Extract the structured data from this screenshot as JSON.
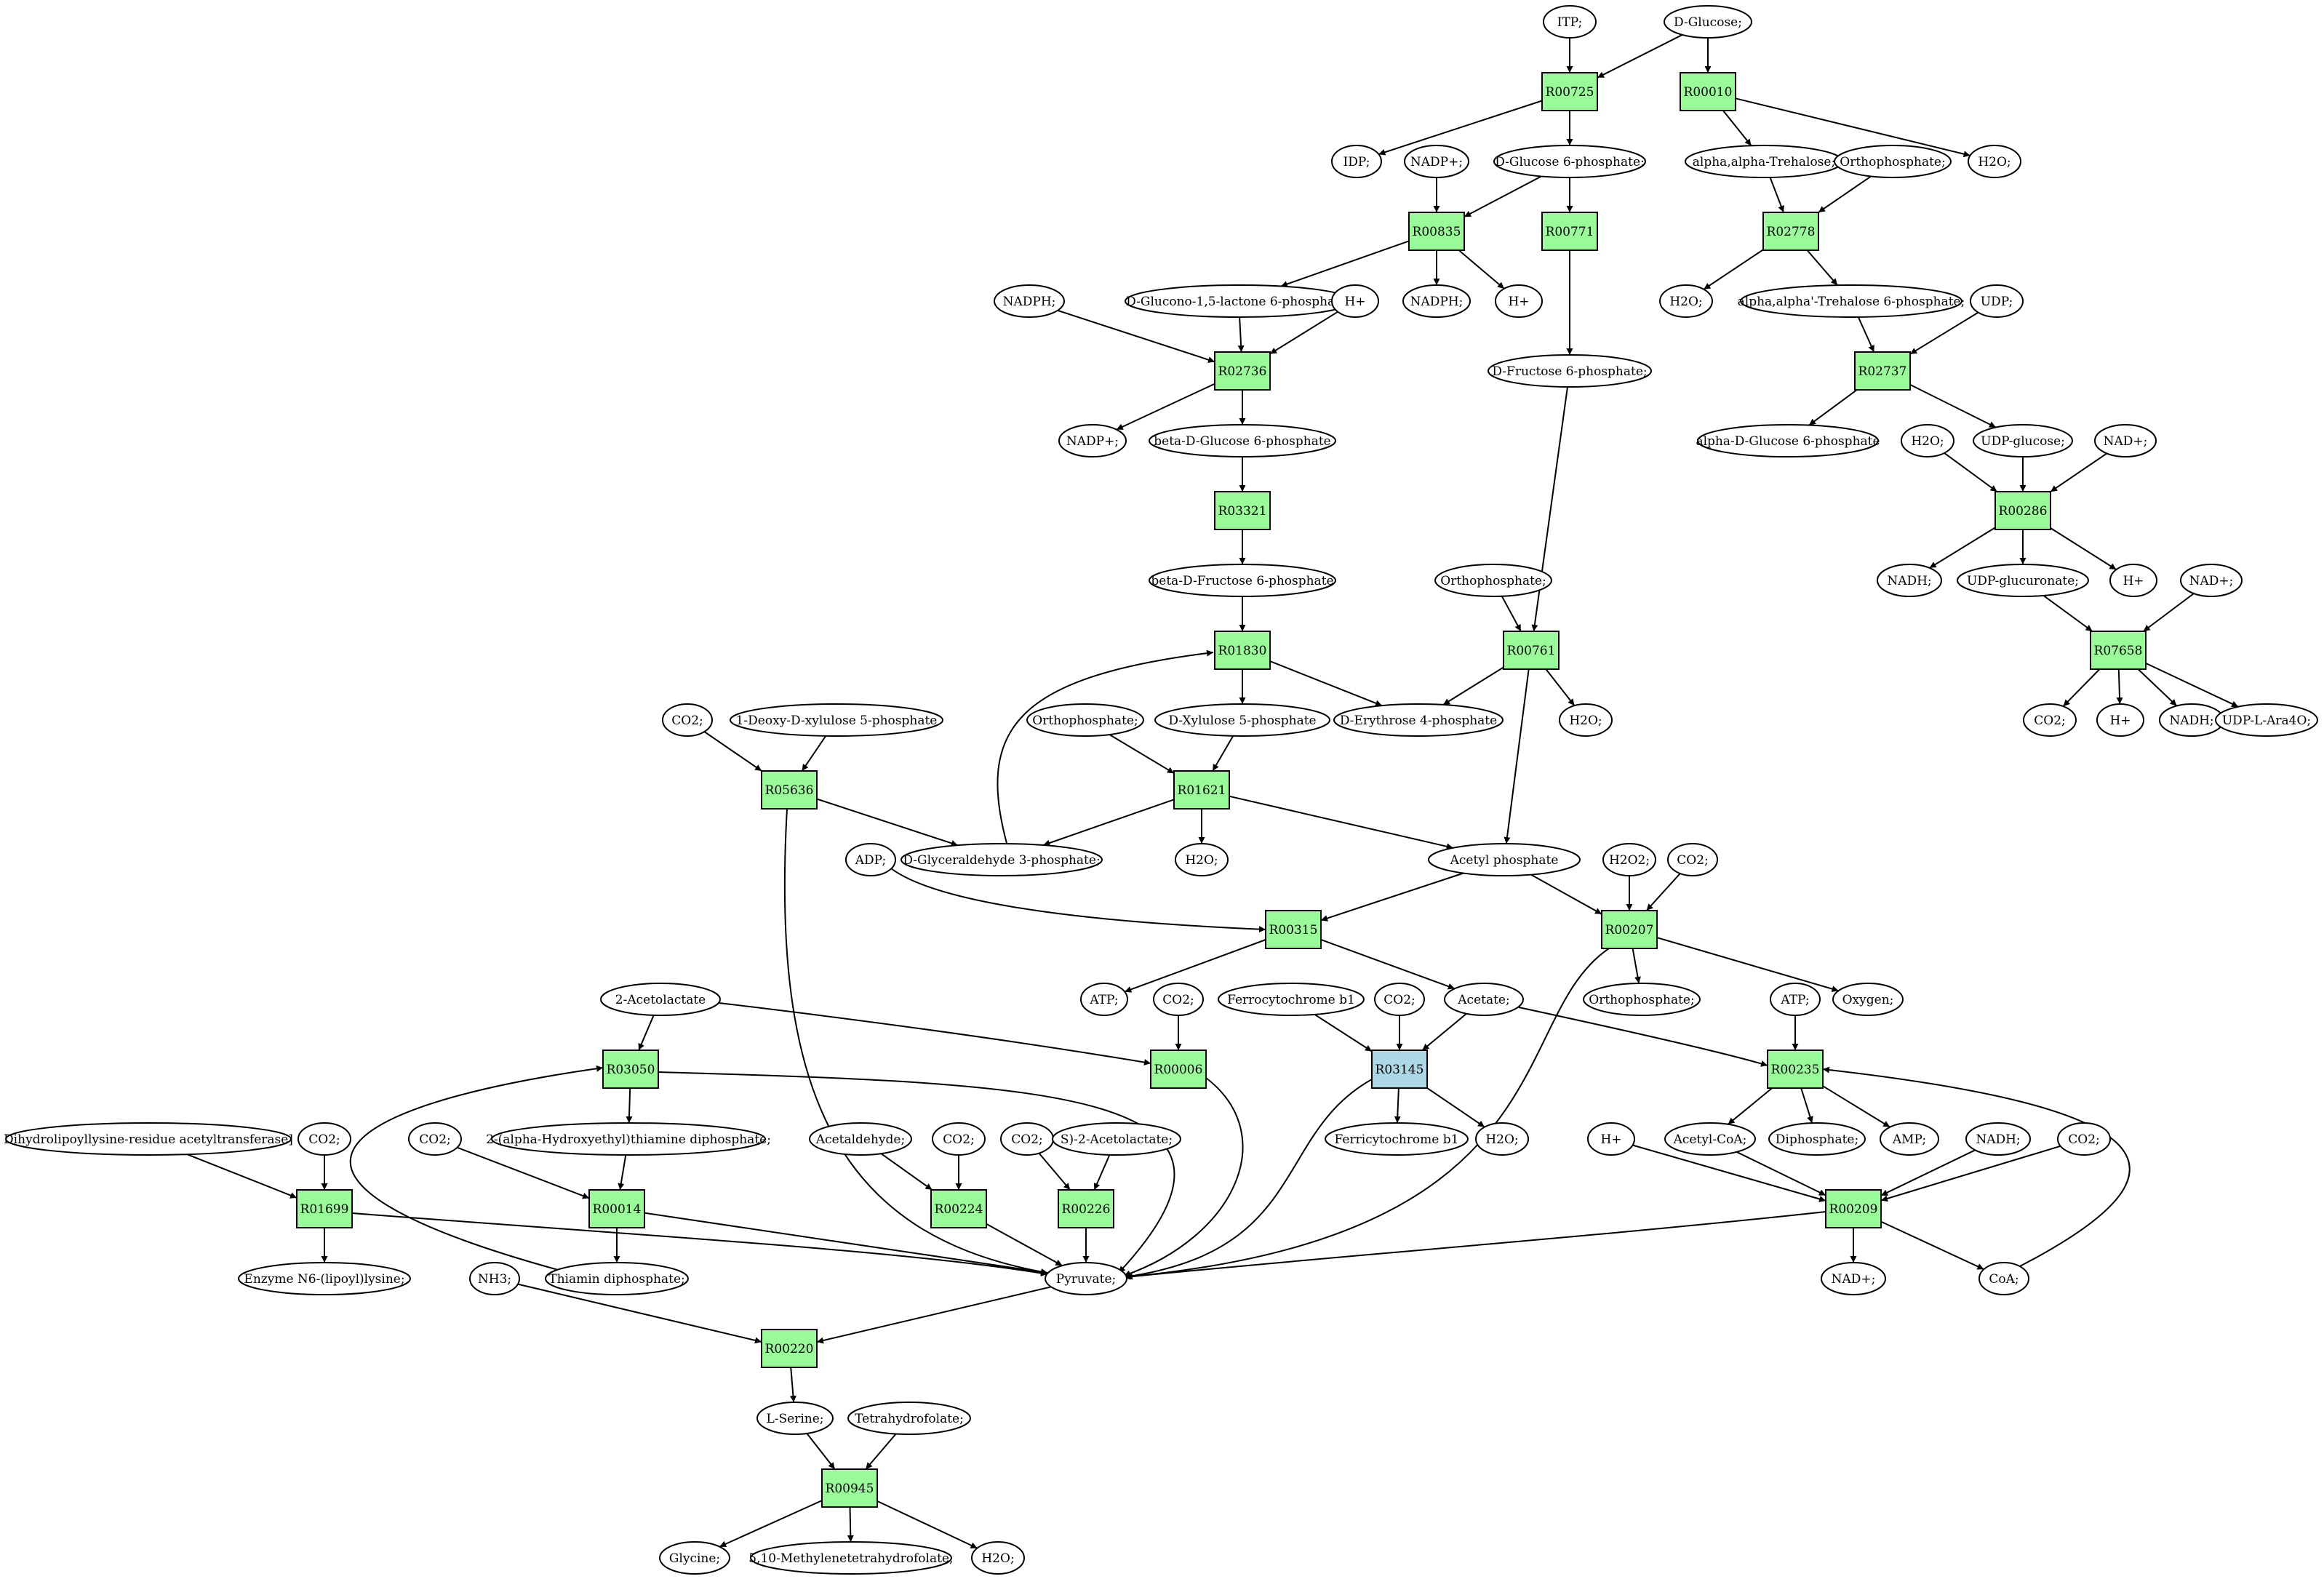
{
  "colors": {
    "reaction": "#98fb98",
    "reaction_alt": "#add8e6",
    "source": "#00ff00",
    "target": "#ffff00",
    "metabolite": "#ffffff",
    "edge": "#000000"
  },
  "metabolites": [
    {
      "id": "m_itp",
      "label": "ITP;"
    },
    {
      "id": "m_dglucose",
      "label": "D-Glucose;",
      "role": "source"
    },
    {
      "id": "m_idp",
      "label": "IDP;"
    },
    {
      "id": "m_nadp1",
      "label": "NADP+;"
    },
    {
      "id": "m_g6p",
      "label": "D-Glucose 6-phosphate;"
    },
    {
      "id": "m_trehalose",
      "label": "alpha,alpha-Trehalose;"
    },
    {
      "id": "m_pi1",
      "label": "Orthophosphate;"
    },
    {
      "id": "m_h2o_top",
      "label": "H2O;"
    },
    {
      "id": "m_nadph1",
      "label": "NADPH;"
    },
    {
      "id": "m_glucono",
      "label": "D-Glucono-1,5-lactone 6-phosphate;"
    },
    {
      "id": "m_hplus1",
      "label": "H+"
    },
    {
      "id": "m_nadph2",
      "label": "NADPH;"
    },
    {
      "id": "m_hplus2",
      "label": "H+"
    },
    {
      "id": "m_f6p",
      "label": "D-Fructose 6-phosphate;"
    },
    {
      "id": "m_h2o_r02778",
      "label": "H2O;"
    },
    {
      "id": "m_t6p",
      "label": "alpha,alpha'-Trehalose 6-phosphate;"
    },
    {
      "id": "m_udp",
      "label": "UDP;"
    },
    {
      "id": "m_nadp2",
      "label": "NADP+;"
    },
    {
      "id": "m_bg6p",
      "label": "beta-D-Glucose 6-phosphate"
    },
    {
      "id": "m_ag6p",
      "label": "alpha-D-Glucose 6-phosphate"
    },
    {
      "id": "m_h2o_r00286",
      "label": "H2O;"
    },
    {
      "id": "m_udpglc",
      "label": "UDP-glucose;"
    },
    {
      "id": "m_nad1",
      "label": "NAD+;"
    },
    {
      "id": "m_bf6p",
      "label": "beta-D-Fructose 6-phosphate"
    },
    {
      "id": "m_pi2",
      "label": "Orthophosphate;"
    },
    {
      "id": "m_nadh1",
      "label": "NADH;"
    },
    {
      "id": "m_udpglcA",
      "label": "UDP-glucuronate;"
    },
    {
      "id": "m_hplus3",
      "label": "H+"
    },
    {
      "id": "m_nad2",
      "label": "NAD+;"
    },
    {
      "id": "m_co2_a",
      "label": "CO2;"
    },
    {
      "id": "m_dxp",
      "label": "1-Deoxy-D-xylulose 5-phosphate"
    },
    {
      "id": "m_pi3",
      "label": "Orthophosphate;"
    },
    {
      "id": "m_x5p",
      "label": "D-Xylulose 5-phosphate"
    },
    {
      "id": "m_e4p",
      "label": "D-Erythrose 4-phosphate"
    },
    {
      "id": "m_h2o_r00761",
      "label": "H2O;"
    },
    {
      "id": "m_co2_b",
      "label": "CO2;"
    },
    {
      "id": "m_hplus4",
      "label": "H+"
    },
    {
      "id": "m_nadh2",
      "label": "NADH;"
    },
    {
      "id": "m_udpara",
      "label": "UDP-L-Ara4O;"
    },
    {
      "id": "m_adp",
      "label": "ADP;"
    },
    {
      "id": "m_gap",
      "label": "D-Glyceraldehyde 3-phosphate;"
    },
    {
      "id": "m_h2o_r01621",
      "label": "H2O;"
    },
    {
      "id": "m_acp",
      "label": "Acetyl phosphate"
    },
    {
      "id": "m_h2o2",
      "label": "H2O2;"
    },
    {
      "id": "m_co2_c",
      "label": "CO2;"
    },
    {
      "id": "m_acetolactate",
      "label": "2-Acetolactate"
    },
    {
      "id": "m_atp1",
      "label": "ATP;"
    },
    {
      "id": "m_co2_d",
      "label": "CO2;"
    },
    {
      "id": "m_fcb1",
      "label": "Ferrocytochrome b1"
    },
    {
      "id": "m_co2_e",
      "label": "CO2;"
    },
    {
      "id": "m_acetate",
      "label": "Acetate;"
    },
    {
      "id": "m_pi4",
      "label": "Orthophosphate;"
    },
    {
      "id": "m_atp2",
      "label": "ATP;"
    },
    {
      "id": "m_o2",
      "label": "Oxygen;"
    },
    {
      "id": "m_dlat",
      "label": "Dihydrolipoyllysine-residue acetyltransferase]"
    },
    {
      "id": "m_co2_f",
      "label": "CO2;"
    },
    {
      "id": "m_co2_g",
      "label": "CO2;"
    },
    {
      "id": "m_hetpp",
      "label": "2-(alpha-Hydroxyethyl)thiamine diphosphate;"
    },
    {
      "id": "m_acald",
      "label": "Acetaldehyde;"
    },
    {
      "id": "m_co2_h",
      "label": "CO2;"
    },
    {
      "id": "m_co2_i",
      "label": "CO2;"
    },
    {
      "id": "m_sacetolactate",
      "label": "S)-2-Acetolactate;"
    },
    {
      "id": "m_fecyt",
      "label": "Ferricytochrome b1"
    },
    {
      "id": "m_h2o_r03145",
      "label": "H2O;"
    },
    {
      "id": "m_hplus5",
      "label": "H+"
    },
    {
      "id": "m_accoa",
      "label": "Acetyl-CoA;"
    },
    {
      "id": "m_ppi",
      "label": "Diphosphate;"
    },
    {
      "id": "m_amp",
      "label": "AMP;"
    },
    {
      "id": "m_nadh3",
      "label": "NADH;"
    },
    {
      "id": "m_co2_j",
      "label": "CO2;"
    },
    {
      "id": "m_lipoyl",
      "label": "Enzyme N6-(lipoyl)lysine;"
    },
    {
      "id": "m_nh3",
      "label": "NH3;"
    },
    {
      "id": "m_tpp",
      "label": "Thiamin diphosphate;"
    },
    {
      "id": "m_pyruvate",
      "label": "Pyruvate;"
    },
    {
      "id": "m_nad3",
      "label": "NAD+;"
    },
    {
      "id": "m_coa",
      "label": "CoA;"
    },
    {
      "id": "m_serine",
      "label": "L-Serine;"
    },
    {
      "id": "m_thf",
      "label": "Tetrahydrofolate;"
    },
    {
      "id": "m_glycine",
      "label": "Glycine;",
      "role": "target"
    },
    {
      "id": "m_mthf",
      "label": "5,10-Methylenetetrahydrofolate;"
    },
    {
      "id": "m_h2o_r00945",
      "label": "H2O;"
    }
  ],
  "reactions": [
    {
      "id": "r00725",
      "label": "R00725"
    },
    {
      "id": "r00010",
      "label": "R00010"
    },
    {
      "id": "r00835",
      "label": "R00835"
    },
    {
      "id": "r00771",
      "label": "R00771"
    },
    {
      "id": "r02778",
      "label": "R02778"
    },
    {
      "id": "r02736",
      "label": "R02736"
    },
    {
      "id": "r02737",
      "label": "R02737"
    },
    {
      "id": "r00286",
      "label": "R00286"
    },
    {
      "id": "r03321",
      "label": "R03321"
    },
    {
      "id": "r01830",
      "label": "R01830"
    },
    {
      "id": "r00761",
      "label": "R00761"
    },
    {
      "id": "r07658",
      "label": "R07658"
    },
    {
      "id": "r05636",
      "label": "R05636"
    },
    {
      "id": "r01621",
      "label": "R01621"
    },
    {
      "id": "r00315",
      "label": "R00315"
    },
    {
      "id": "r00207",
      "label": "R00207"
    },
    {
      "id": "r03050",
      "label": "R03050"
    },
    {
      "id": "r00006",
      "label": "R00006"
    },
    {
      "id": "r03145",
      "label": "R03145",
      "variant": "alt"
    },
    {
      "id": "r00235",
      "label": "R00235"
    },
    {
      "id": "r01699",
      "label": "R01699"
    },
    {
      "id": "r00014",
      "label": "R00014"
    },
    {
      "id": "r00224",
      "label": "R00224"
    },
    {
      "id": "r00226",
      "label": "R00226"
    },
    {
      "id": "r00209",
      "label": "R00209"
    },
    {
      "id": "r00220",
      "label": "R00220"
    },
    {
      "id": "r00945",
      "label": "R00945"
    }
  ],
  "edges": [
    [
      "m_itp",
      "r00725"
    ],
    [
      "m_dglucose",
      "r00725"
    ],
    [
      "m_dglucose",
      "r00010"
    ],
    [
      "r00725",
      "m_idp"
    ],
    [
      "r00725",
      "m_g6p"
    ],
    [
      "r00010",
      "m_trehalose"
    ],
    [
      "r00010",
      "m_h2o_top"
    ],
    [
      "m_nadp1",
      "r00835"
    ],
    [
      "m_g6p",
      "r00835"
    ],
    [
      "m_g6p",
      "r00771"
    ],
    [
      "r00835",
      "m_glucono"
    ],
    [
      "r00835",
      "m_nadph2"
    ],
    [
      "r00835",
      "m_hplus2"
    ],
    [
      "m_trehalose",
      "r02778"
    ],
    [
      "m_pi1",
      "r02778"
    ],
    [
      "r02778",
      "m_h2o_r02778"
    ],
    [
      "r02778",
      "m_t6p"
    ],
    [
      "r00771",
      "m_f6p"
    ],
    [
      "m_nadph1",
      "r02736"
    ],
    [
      "m_glucono",
      "r02736"
    ],
    [
      "m_hplus1",
      "r02736"
    ],
    [
      "r02736",
      "m_nadp2"
    ],
    [
      "r02736",
      "m_bg6p"
    ],
    [
      "m_t6p",
      "r02737"
    ],
    [
      "m_udp",
      "r02737"
    ],
    [
      "r02737",
      "m_ag6p"
    ],
    [
      "r02737",
      "m_udpglc"
    ],
    [
      "m_h2o_r00286",
      "r00286"
    ],
    [
      "m_udpglc",
      "r00286"
    ],
    [
      "m_nad1",
      "r00286"
    ],
    [
      "r00286",
      "m_nadh1"
    ],
    [
      "r00286",
      "m_udpglcA"
    ],
    [
      "r00286",
      "m_hplus3"
    ],
    [
      "m_bg6p",
      "r03321"
    ],
    [
      "r03321",
      "m_bf6p"
    ],
    [
      "m_bf6p",
      "r01830"
    ],
    [
      "m_gap",
      "r01830"
    ],
    [
      "r01830",
      "m_x5p"
    ],
    [
      "r01830",
      "m_e4p"
    ],
    [
      "m_pi2",
      "r00761"
    ],
    [
      "m_f6p",
      "r00761"
    ],
    [
      "r00761",
      "m_e4p"
    ],
    [
      "r00761",
      "m_h2o_r00761"
    ],
    [
      "r00761",
      "m_acp"
    ],
    [
      "m_udpglcA",
      "r07658"
    ],
    [
      "m_nad2",
      "r07658"
    ],
    [
      "r07658",
      "m_co2_b"
    ],
    [
      "r07658",
      "m_hplus4"
    ],
    [
      "r07658",
      "m_nadh2"
    ],
    [
      "r07658",
      "m_udpara"
    ],
    [
      "m_co2_a",
      "r05636"
    ],
    [
      "m_dxp",
      "r05636"
    ],
    [
      "r05636",
      "m_gap"
    ],
    [
      "r05636",
      "m_pyruvate"
    ],
    [
      "m_pi3",
      "r01621"
    ],
    [
      "m_x5p",
      "r01621"
    ],
    [
      "r01621",
      "m_gap"
    ],
    [
      "r01621",
      "m_h2o_r01621"
    ],
    [
      "r01621",
      "m_acp"
    ],
    [
      "m_adp",
      "r00315"
    ],
    [
      "m_acp",
      "r00315"
    ],
    [
      "r00315",
      "m_atp1"
    ],
    [
      "r00315",
      "m_acetate"
    ],
    [
      "m_acp",
      "r00207"
    ],
    [
      "m_h2o2",
      "r00207"
    ],
    [
      "m_co2_c",
      "r00207"
    ],
    [
      "r00207",
      "m_pi4"
    ],
    [
      "r00207",
      "m_o2"
    ],
    [
      "r00207",
      "m_pyruvate"
    ],
    [
      "m_acetolactate",
      "r03050"
    ],
    [
      "m_acetolactate",
      "r00006"
    ],
    [
      "r03050",
      "m_hetpp"
    ],
    [
      "r03050",
      "m_pyruvate"
    ],
    [
      "m_co2_d",
      "r00006"
    ],
    [
      "r00006",
      "m_pyruvate"
    ],
    [
      "m_fcb1",
      "r03145"
    ],
    [
      "m_co2_e",
      "r03145"
    ],
    [
      "m_acetate",
      "r03145"
    ],
    [
      "r03145",
      "m_fecyt"
    ],
    [
      "r03145",
      "m_h2o_r03145"
    ],
    [
      "r03145",
      "m_pyruvate"
    ],
    [
      "m_acetate",
      "r00235"
    ],
    [
      "m_atp2",
      "r00235"
    ],
    [
      "m_coa",
      "r00235"
    ],
    [
      "r00235",
      "m_accoa"
    ],
    [
      "r00235",
      "m_ppi"
    ],
    [
      "r00235",
      "m_amp"
    ],
    [
      "m_dlat",
      "r01699"
    ],
    [
      "m_co2_f",
      "r01699"
    ],
    [
      "r01699",
      "m_lipoyl"
    ],
    [
      "r01699",
      "m_pyruvate"
    ],
    [
      "m_co2_g",
      "r00014"
    ],
    [
      "m_hetpp",
      "r00014"
    ],
    [
      "r00014",
      "m_tpp"
    ],
    [
      "r00014",
      "m_pyruvate"
    ],
    [
      "m_tpp",
      "r03050"
    ],
    [
      "m_acald",
      "r00224"
    ],
    [
      "m_co2_h",
      "r00224"
    ],
    [
      "r00224",
      "m_pyruvate"
    ],
    [
      "m_co2_i",
      "r00226"
    ],
    [
      "m_sacetolactate",
      "r00226"
    ],
    [
      "r00226",
      "m_pyruvate"
    ],
    [
      "m_hplus5",
      "r00209"
    ],
    [
      "m_accoa",
      "r00209"
    ],
    [
      "m_nadh3",
      "r00209"
    ],
    [
      "m_co2_j",
      "r00209"
    ],
    [
      "r00209",
      "m_nad3"
    ],
    [
      "r00209",
      "m_coa"
    ],
    [
      "r00209",
      "m_pyruvate"
    ],
    [
      "m_nh3",
      "r00220"
    ],
    [
      "m_pyruvate",
      "r00220"
    ],
    [
      "r00220",
      "m_serine"
    ],
    [
      "m_serine",
      "r00945"
    ],
    [
      "m_thf",
      "r00945"
    ],
    [
      "r00945",
      "m_glycine"
    ],
    [
      "r00945",
      "m_mthf"
    ],
    [
      "r00945",
      "m_h2o_r00945"
    ]
  ]
}
